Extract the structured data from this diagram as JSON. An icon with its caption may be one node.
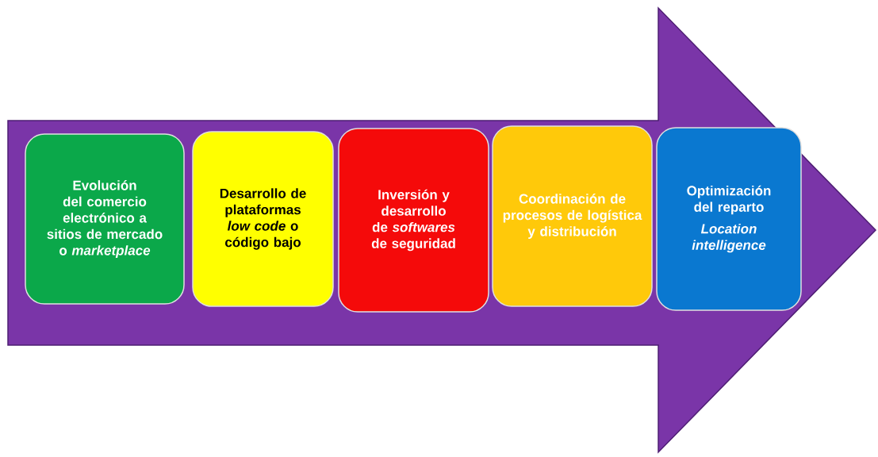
{
  "diagram": {
    "nodes": [
      {
        "text": [],
        "shape": "arrow"
      },
      {
        "text": [
          "Evolución del comercio electrónico a sitios de mercado o *marketplace*"
        ],
        "in": 0
      },
      {
        "text": [
          "Desarrollo de plataformas *low code* o código bajo"
        ],
        "in": 0
      },
      {
        "text": [
          "Inversión y desarrollo de *softwares* de seguridad"
        ],
        "in": 0
      },
      {
        "text": [
          "Coordinación de procesos de logística y distribución"
        ],
        "in": 0
      },
      {
        "text": [
          "Optimización del reparto",
          "Location intelligence"
        ],
        "in": 0
      }
    ]
  }
}
